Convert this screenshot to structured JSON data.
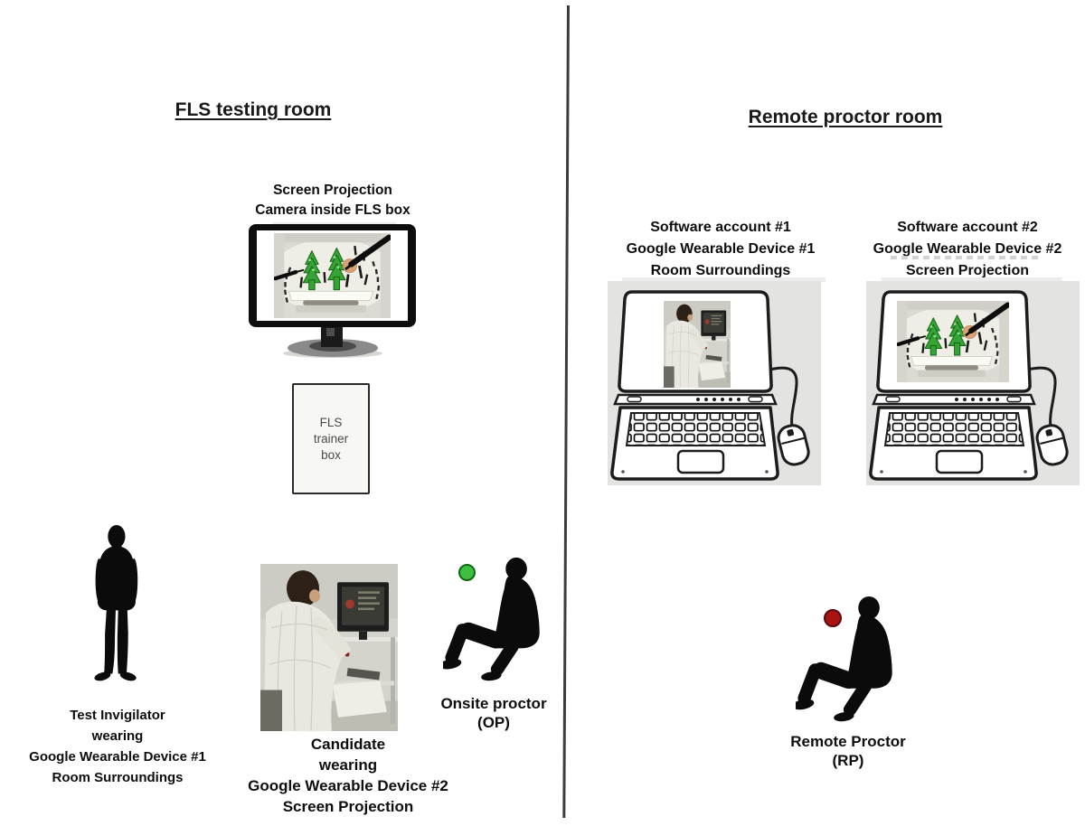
{
  "diagram": {
    "left_room": {
      "title": "FLS testing room",
      "projection_label": [
        "Screen Projection",
        "Camera inside FLS box"
      ],
      "trainer_box_label": [
        "FLS",
        "trainer",
        "box"
      ],
      "invigilator_label": [
        "Test Invigilator",
        "wearing",
        "Google Wearable Device #1",
        "Room Surroundings"
      ],
      "candidate_label": [
        "Candidate",
        "wearing",
        "Google Wearable Device #2",
        "Screen Projection"
      ],
      "onsite_proctor_label": [
        "Onsite proctor",
        "(OP)"
      ],
      "onsite_proctor_dot_color": "#3fbf3f"
    },
    "right_room": {
      "title": "Remote proctor room",
      "laptop1_label": [
        "Software account #1",
        "Google Wearable Device #1",
        "Room Surroundings"
      ],
      "laptop2_label": [
        "Software account #2",
        "Google Wearable Device #2",
        "Screen Projection"
      ],
      "remote_proctor_label": [
        "Remote Proctor",
        "(RP)"
      ],
      "remote_proctor_dot_color": "#a81414"
    }
  }
}
